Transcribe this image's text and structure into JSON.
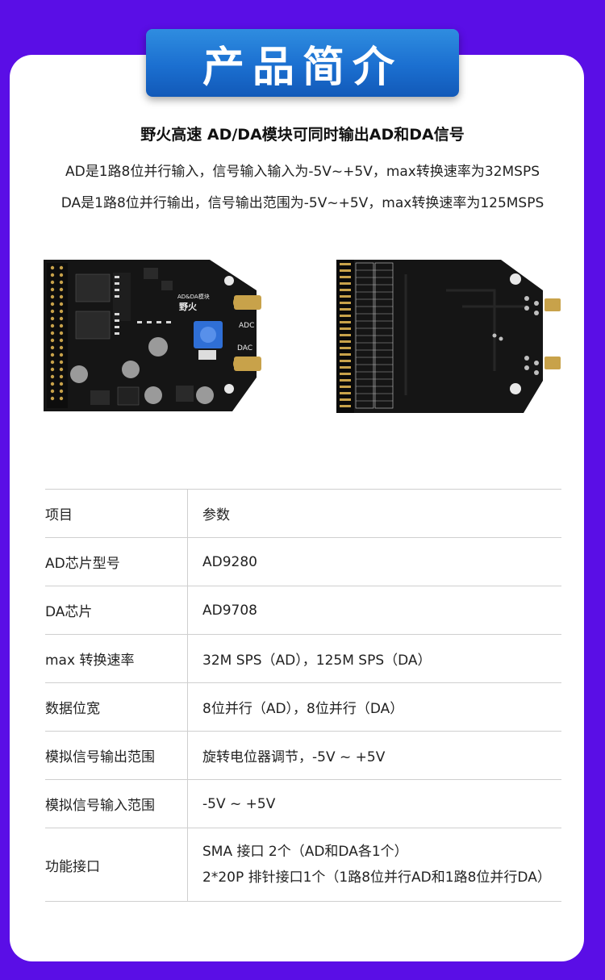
{
  "header": {
    "title": "产品简介"
  },
  "intro": {
    "headline": "野火高速 AD/DA模块可同时输出AD和DA信号",
    "line1": "AD是1路8位并行输入，信号输入输入为-5V~+5V，max转换速率为32MSPS",
    "line2": "DA是1路8位并行输出，信号输出范围为-5V~+5V，max转换速率为125MSPS"
  },
  "board": {
    "silk_model": "AD&DA模块",
    "silk_brand": "野火",
    "adc_label": "ADC",
    "dac_label": "DAC"
  },
  "spec_table": {
    "head": {
      "key": "项目",
      "value": "参数"
    },
    "rows": [
      {
        "key": "AD芯片型号",
        "value": "AD9280"
      },
      {
        "key": "DA芯片",
        "value": "AD9708"
      },
      {
        "key": "max 转换速率",
        "value": "32M SPS（AD），125M SPS（DA）"
      },
      {
        "key": "数据位宽",
        "value": "8位并行（AD），8位并行（DA）"
      },
      {
        "key": "模拟信号输出范围",
        "value": "旋转电位器调节，-5V ~ +5V"
      },
      {
        "key": "模拟信号输入范围",
        "value": "-5V ~ +5V"
      }
    ],
    "interface": {
      "key": "功能接口",
      "value1": "SMA 接口 2个（AD和DA各1个）",
      "value2": "2*20P 排针接口1个（1路8位并行AD和1路8位并行DA）"
    }
  },
  "colors": {
    "background": "#5a0ee6",
    "badge": "#1f74d4",
    "pcb": "#151515",
    "pot": "#2f6fd6",
    "gold": "#c8a24a"
  }
}
